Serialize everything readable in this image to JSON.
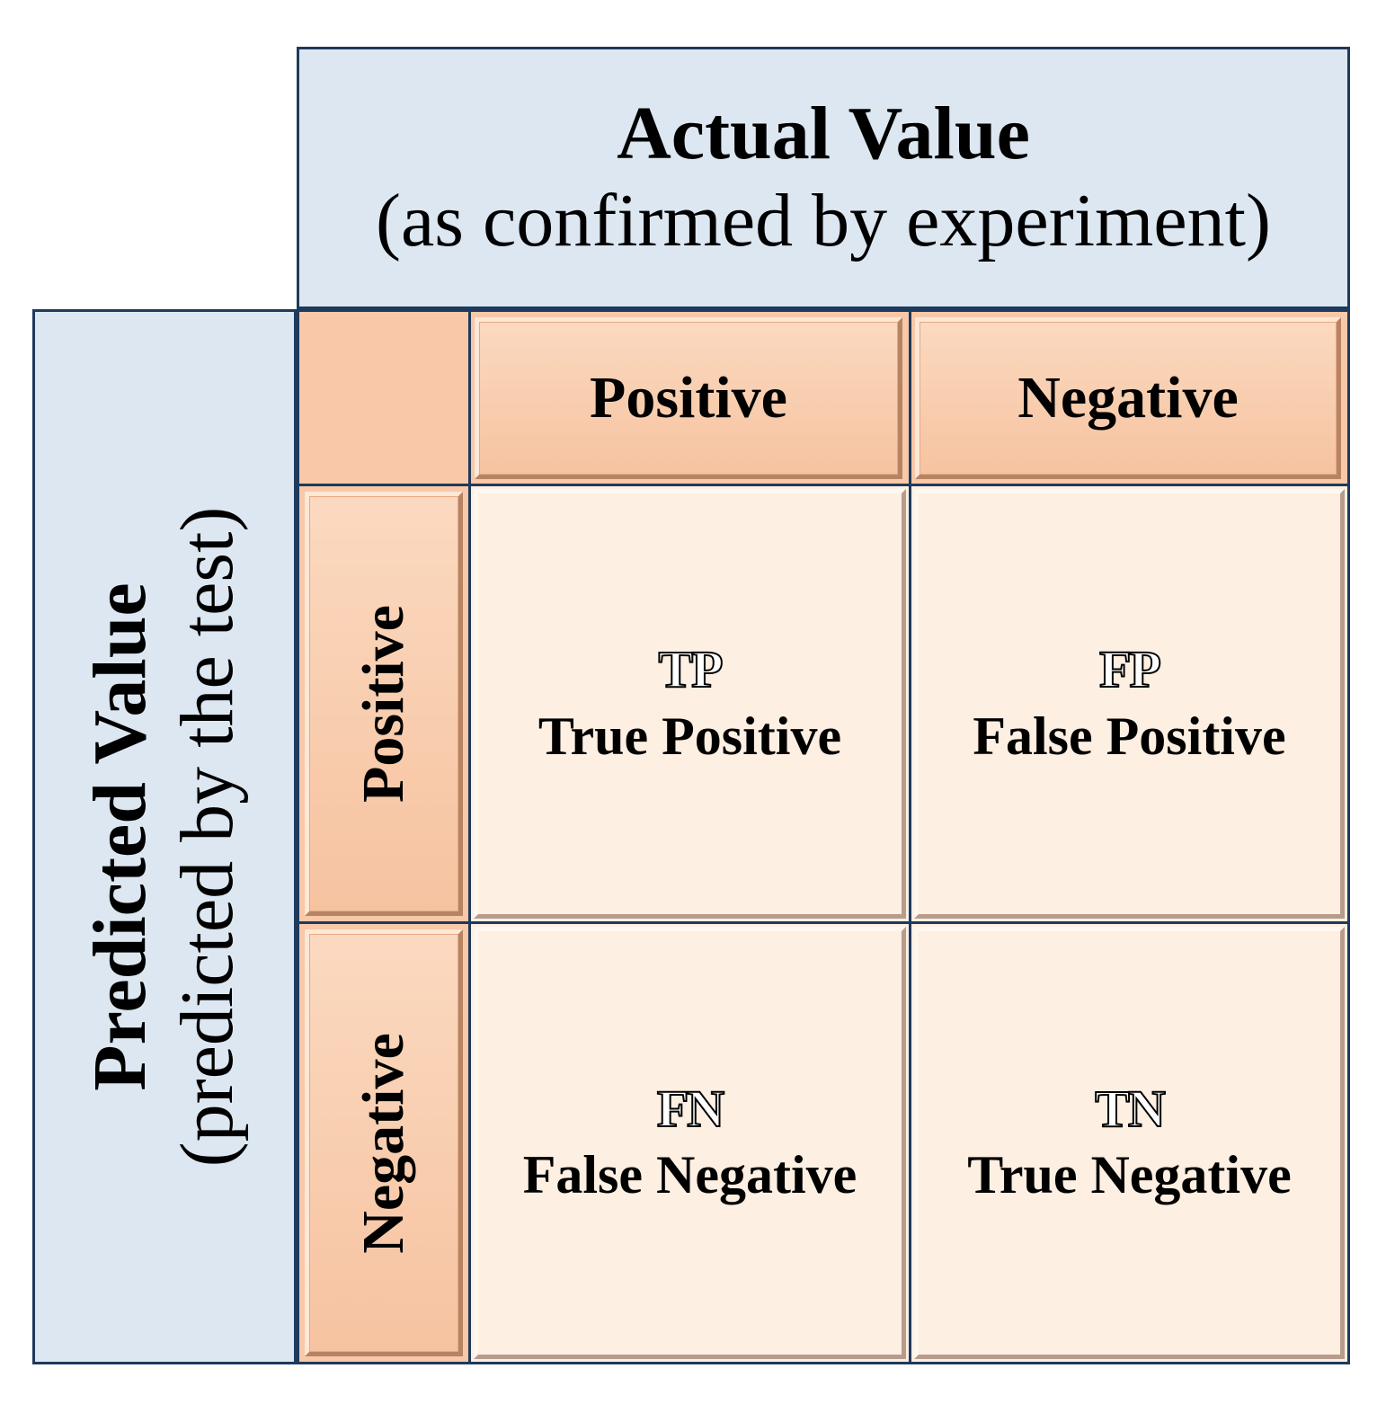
{
  "actual": {
    "title": "Actual Value",
    "subtitle": "(as confirmed by experiment)"
  },
  "predicted": {
    "title": "Predicted Value",
    "subtitle": "(predicted by the test)"
  },
  "columns": {
    "positive": "Positive",
    "negative": "Negative"
  },
  "rows": {
    "positive": "Positive",
    "negative": "Negative"
  },
  "cells": {
    "tp": {
      "abbr": "TP",
      "label": "True Positive"
    },
    "fp": {
      "abbr": "FP",
      "label": "False Positive"
    },
    "fn": {
      "abbr": "FN",
      "label": "False Negative"
    },
    "tn": {
      "abbr": "TN",
      "label": "True Negative"
    }
  },
  "colors": {
    "header_fill": "#dde7f1",
    "border": "#1e3a5c",
    "label_tile": "#f6c3a0",
    "cell_fill": "#fdefe2"
  }
}
